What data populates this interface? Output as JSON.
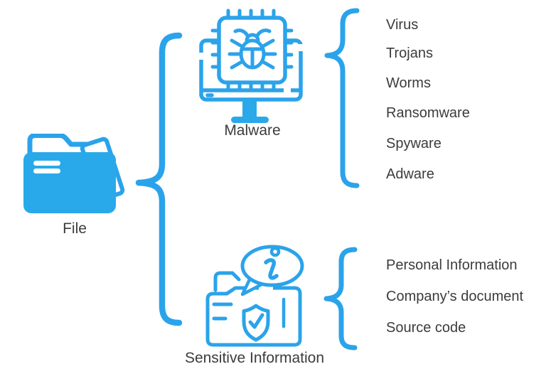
{
  "colors": {
    "accent": "#2BA3EA",
    "accent_fill": "#29A9EA",
    "text": "#3C3C3C"
  },
  "root": {
    "label": "File",
    "icon": "folder-filled-icon"
  },
  "branches": [
    {
      "label": "Malware",
      "icon": "infected-computer-chip-bug-icon",
      "items": [
        "Virus",
        "Trojans",
        "Worms",
        "Ransomware",
        "Spyware",
        "Adware"
      ]
    },
    {
      "label": "Sensitive Information",
      "icon": "protected-folder-shield-info-icon",
      "items": [
        "Personal Information",
        "Company’s document",
        "Source code"
      ]
    }
  ]
}
